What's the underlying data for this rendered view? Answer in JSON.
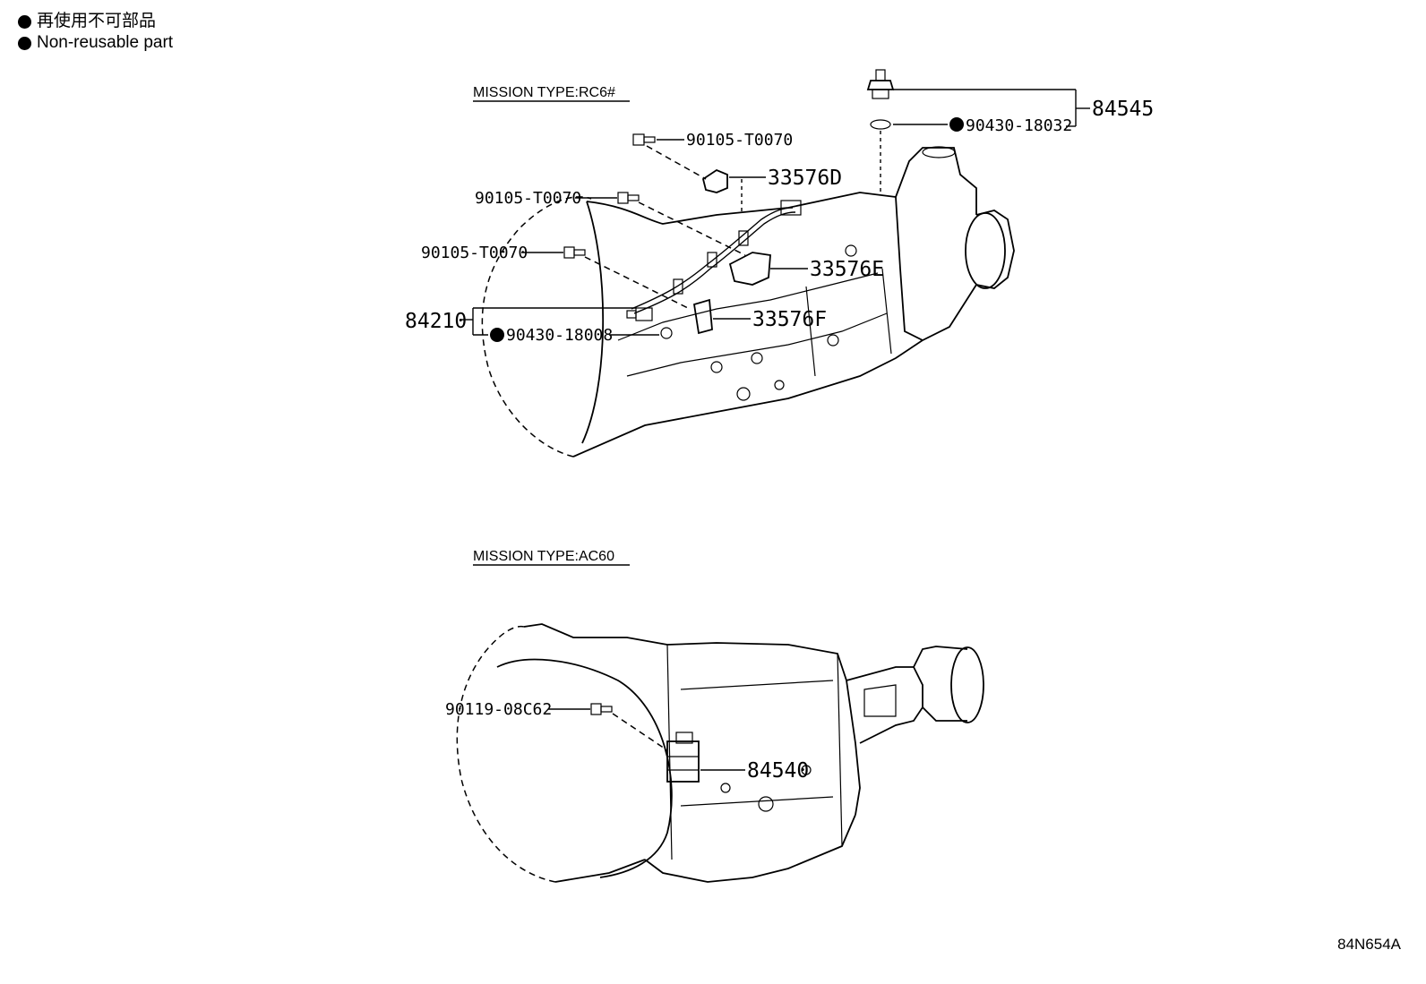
{
  "legend": [
    {
      "text": "再使用不可部品"
    },
    {
      "text": "Non-reusable part"
    }
  ],
  "sections": {
    "upper": {
      "title": "MISSION TYPE:RC6#"
    },
    "lower": {
      "title": "MISSION TYPE:AC60"
    }
  },
  "parts": {
    "p84545": "84545",
    "p90430_18032": "90430-18032",
    "p90105_a": "90105-T0070",
    "p33576D": "33576D",
    "p90105_b": "90105-T0070",
    "p90105_c": "90105-T0070",
    "p33576E": "33576E",
    "p84210": "84210",
    "p33576F": "33576F",
    "p90430_18008": "90430-18008",
    "p90119": "90119-08C62",
    "p84540": "84540"
  },
  "figure_code": "84N654A"
}
